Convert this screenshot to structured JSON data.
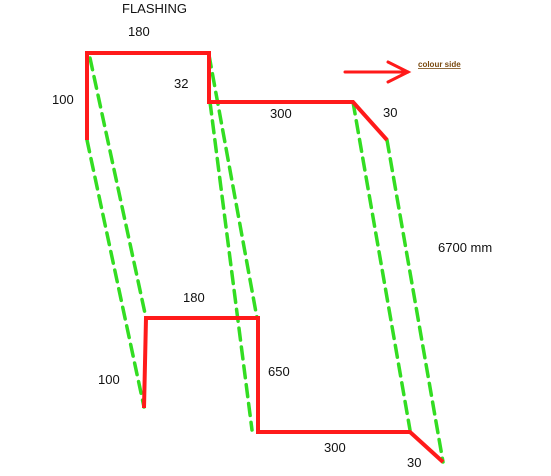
{
  "title": "FLASHING",
  "colour_side_label": "colour side",
  "length_label": "6700 mm",
  "colors": {
    "profile": "#ff1a1a",
    "guide": "#33dd22",
    "text": "#111111",
    "note": "#7a4a10"
  },
  "top_profile": {
    "left_return": "100",
    "top_flat": "180",
    "step": "32",
    "wide_flat": "300",
    "drip_angle": "30"
  },
  "bottom_profile": {
    "left_upstand": "100",
    "top_flat": "180",
    "drop": "650",
    "bottom_flat": "300",
    "drip_angle": "30"
  }
}
